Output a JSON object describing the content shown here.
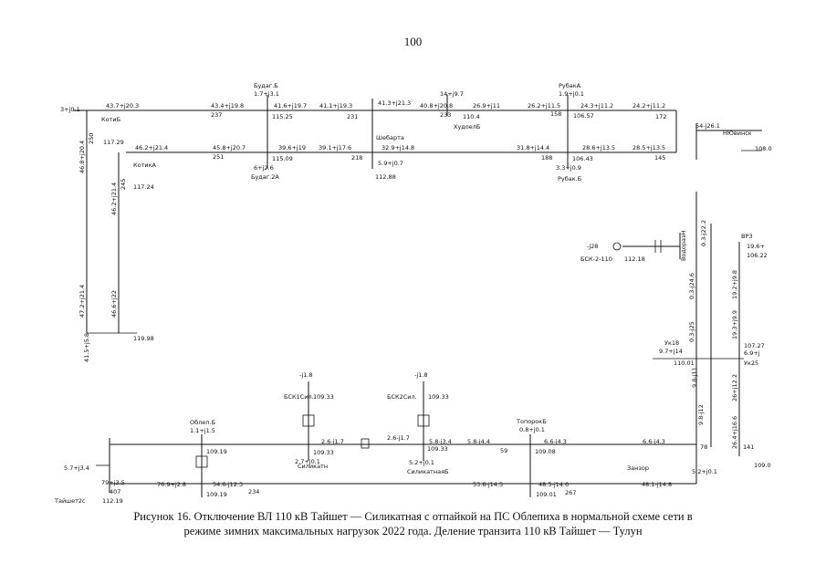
{
  "page_number": "100",
  "caption": {
    "line1": "Рисунок 16. Отключение ВЛ 110 кВ Тайшет — Силикатная с отпайкой на ПС Облепиха в нормальной схеме сети в",
    "line2": "режиме зимних максимальных нагрузок 2022 года. Деление транзита 110 кВ Тайшет — Тулун"
  },
  "substations": {
    "kotik_b": "КотиБ",
    "kotik_a": "КотикА",
    "budag_b": "Будаг.Б",
    "budag_a": "Будаг.2А",
    "shebarta": "Шебарта",
    "khudoyeleb": "ХудоелБ",
    "rubak_a": "РубакА",
    "rubak_b": "Рубак.Б",
    "nyuvinsk": "НЮвинск",
    "bsk2_110": "БСК-2-110",
    "vodorazdel": "ВодоразН",
    "vrz": "ВРЗ",
    "uk18": "Ук18",
    "uk25": "Ук25",
    "zanzor": "Занзор",
    "bsk1_sil": "БСК1Сил.",
    "bsk2_sil": "БСК2Сил.",
    "silikatnaya": "Силикатн",
    "silikatnaya_b": "СиликатнаяБ",
    "toporok_b": "ТопорокБ",
    "oblepikha_b": "Облеп.Б",
    "taishet_2": "Тайшет2с"
  },
  "voltages": {
    "kotik": "117.29",
    "kotik_lower": "117.24",
    "budag_upper": "115.25",
    "budag_lower": "115.09",
    "shebarta_lower": "112.88",
    "khudoyeleb": "110.4",
    "rubak_upper": "106.57",
    "rubak_lower": "106.43",
    "left_bottom": "119.98",
    "bsk2": "112.18",
    "vrz": "106.22",
    "uk": "107.27",
    "uk18": "110.01",
    "right_bus": "108.0",
    "right_bus2": "109.0",
    "bsk1": "109.33",
    "bsk1_lower": "109.33",
    "bsk2_sil": "109.33",
    "silik_lower": "109.33",
    "toporok": "109.08",
    "toporok_lower": "109.01",
    "oblep": "109.19",
    "oblep_lower": "109.19",
    "taishet": "112.19"
  },
  "flows": {
    "top1": "43.7+j20.3",
    "top2": "43.4+j19.8",
    "top3": "41.6+j19.7",
    "top4": "41.1+j19.3",
    "top5": "41.3+j21.3",
    "top6": "40.8+j20.8",
    "top7": "26.9+j11",
    "top8": "26.2+j11.5",
    "top9": "24.3+j11.2",
    "top10": "24.2+j11.2",
    "mid1": "46.2+j21.4",
    "mid2": "45.8+j20.7",
    "mid3": "39.6+j19",
    "mid4": "39.1+j17.6",
    "mid5": "32.9+j14.8",
    "mid6": "31.8+j14.4",
    "mid7": "28.6+j13.5",
    "mid8": "28.5+j13.5",
    "left_in": "3+j0.1",
    "right_load": "54-j26.1",
    "budag_top_load": "1.7+j3.1",
    "khud_load": "14+j9.7",
    "rubak_top_load": "1.9+j0.1",
    "budag_low_load": "6+j2.6",
    "shebarta_load": "5.9+j0.7",
    "rubak_low_load": "3.3+j0.9",
    "vert1": "46.8+j20.4",
    "vert2": "46.2+j21.4",
    "vert3": "47.2+j21.4",
    "vert4": "46.6+j22",
    "left_low": "41.5+j5.8",
    "bsk_in": "-j28",
    "vod_a": "0.3-j22.2",
    "vod_b": "0.3-j24.6",
    "vod_c": "0.3-j25",
    "vrz_load": "19.6+",
    "vrz_v1": "19.2+j9.8",
    "vrz_v2": "19.3+j9.9",
    "uk18_load": "9.7+j14",
    "uk25_load": "6.9+j",
    "vert_r1": "9.8-j11",
    "vert_r2": "9.8-j12",
    "vert_r3": "26+j12.2",
    "vert_r4": "26.4+j16.6",
    "zan_load": "5.2+j0.1",
    "bus_a": "2.6-j1.7",
    "bus_b": "2.6-j1.7",
    "bus_c": "5.8-j3.4",
    "bus_d": "5.8-j4.4",
    "bus_e": "6.6-j4.3",
    "bus_f": "6.6-j4.3",
    "bsk1_top": "-j1.8",
    "bsk2_top": "-j1.8",
    "silik_load": "2.7+j0.1",
    "silik_b_load": "5.2+j0.1",
    "toporok_load": "0.8+j0.1",
    "oblep_load": "1.1+j1.5",
    "low1": "79+j3.5",
    "low2": "76.9+j2.8",
    "low3": "54.6-j12.3",
    "low4": "53.6-j14.5",
    "low5": "48.5-j14.6",
    "low6": "48.1-j14.8",
    "taishet_in": "5.7+j3.4"
  },
  "angles": {
    "a1": "237",
    "a2": "231",
    "a3": "233",
    "a4": "158",
    "a5": "172",
    "a6": "251",
    "a7": "218",
    "a8": "188",
    "a9": "145",
    "a10": "250",
    "a11": "245",
    "a12": "59",
    "a13": "78",
    "a14": "141",
    "a15": "407",
    "a16": "234",
    "a17": "267"
  }
}
